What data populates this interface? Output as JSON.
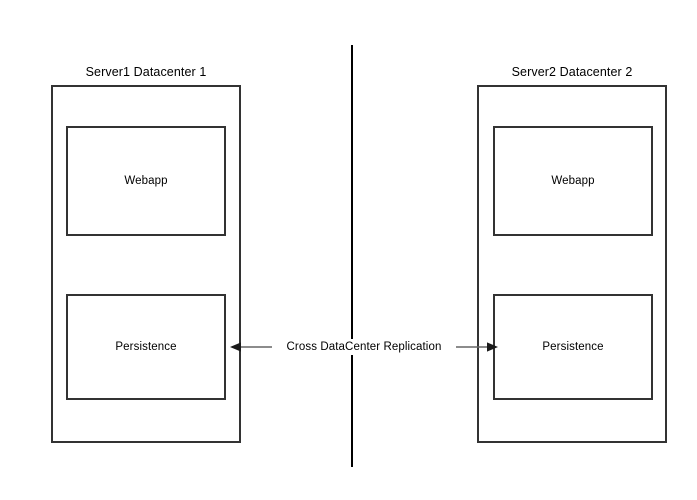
{
  "diagram": {
    "type": "architecture-diagram",
    "background_color": "#ffffff",
    "stroke_color": "#333333",
    "divider_color": "#000000",
    "datacenters": [
      {
        "id": "left",
        "title": "Server1 Datacenter 1",
        "components": [
          {
            "id": "webapp",
            "label": "Webapp"
          },
          {
            "id": "persistence",
            "label": "Persistence"
          }
        ]
      },
      {
        "id": "right",
        "title": "Server2 Datacenter 2",
        "components": [
          {
            "id": "webapp",
            "label": "Webapp"
          },
          {
            "id": "persistence",
            "label": "Persistence"
          }
        ]
      }
    ],
    "connector": {
      "label": "Cross DataCenter Replication",
      "direction": "bidirectional",
      "from": "left.persistence",
      "to": "right.persistence"
    }
  }
}
